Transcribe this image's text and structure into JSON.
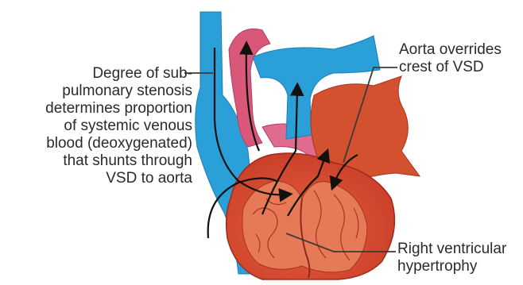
{
  "labels": {
    "stenosis": [
      "Degree of sub-",
      "pulmonary stenosis",
      "determines proportion",
      "of systemic venous",
      "blood (deoxygenated)",
      "that shunts through",
      "VSD to aorta"
    ],
    "aorta": [
      "Aorta overrides",
      "crest of VSD"
    ],
    "ventricle": [
      "Right ventricular",
      "hypertrophy"
    ]
  },
  "colors": {
    "vein": "#2a9fd8",
    "artery": "#d9587a",
    "heart": "#d6452e",
    "heart_dark": "#b53222",
    "leader": "#3a3a3a",
    "flow_arrow": "#111111"
  }
}
